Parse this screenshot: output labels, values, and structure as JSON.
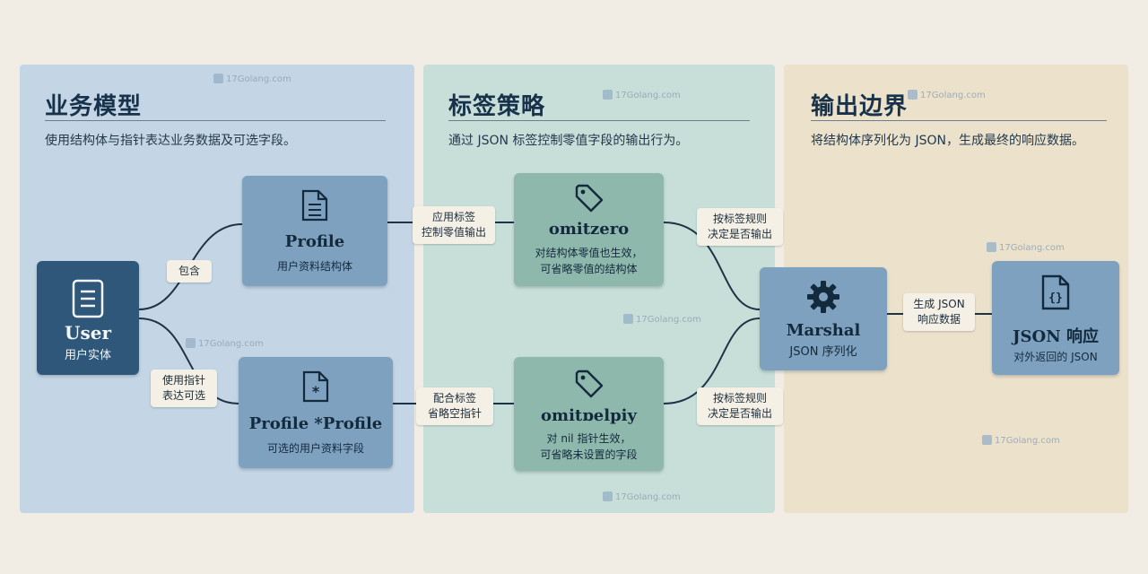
{
  "watermark": "17Golang.com",
  "panels": {
    "business": {
      "title": "业务模型",
      "desc": "使用结构体与指针表达业务数据及可选字段。"
    },
    "tags": {
      "title": "标签策略",
      "desc": "通过 JSON 标签控制零值字段的输出行为。"
    },
    "output": {
      "title": "输出边界",
      "desc": "将结构体序列化为 JSON，生成最终的响应数据。"
    }
  },
  "nodes": {
    "user": {
      "title": "User",
      "subtitle": "用户实体",
      "icon": "document-icon"
    },
    "profile": {
      "title": "Profile",
      "subtitle": "用户资料结构体",
      "icon": "document-icon"
    },
    "profile_ptr": {
      "title": "Profile *Profile",
      "subtitle": "可选的用户资料字段",
      "icon": "asterisk-file-icon"
    },
    "omitzero": {
      "title": "omitzero",
      "subtitle_lines": [
        "对结构体零值也生效，",
        "可省略零值的结构体"
      ],
      "icon": "tag-icon"
    },
    "omitempty": {
      "title": "omitɒelpiy",
      "subtitle_lines": [
        "对 nil 指针生效，",
        "可省略未设置的字段"
      ],
      "icon": "tag-icon"
    },
    "marshal": {
      "title": "Marshal",
      "subtitle": "JSON 序列化",
      "icon": "gear-icon"
    },
    "json_resp": {
      "title": "JSON 响应",
      "subtitle": "对外返回的 JSON",
      "icon": "json-file-icon"
    }
  },
  "edge_labels": {
    "contains": [
      "包含"
    ],
    "pointer": [
      "使用指针",
      "表达可选"
    ],
    "apply_tag": [
      "应用标签",
      "控制零值输出"
    ],
    "match_tag": [
      "配合标签",
      "省略空指针"
    ],
    "rule_top": [
      "按标签规则",
      "决定是否输出"
    ],
    "rule_bottom": [
      "按标签规则",
      "决定是否输出"
    ],
    "generate": [
      "生成 JSON",
      "响应数据"
    ]
  },
  "colors": {
    "panel_blue": "#c4d6e5",
    "panel_teal": "#c7dfd8",
    "panel_sand": "#ece1cb",
    "node_dark": "#2f5779",
    "node_mid": "#7fa1c0",
    "node_teal": "#8fb8ad",
    "edge": "#1f3346"
  }
}
